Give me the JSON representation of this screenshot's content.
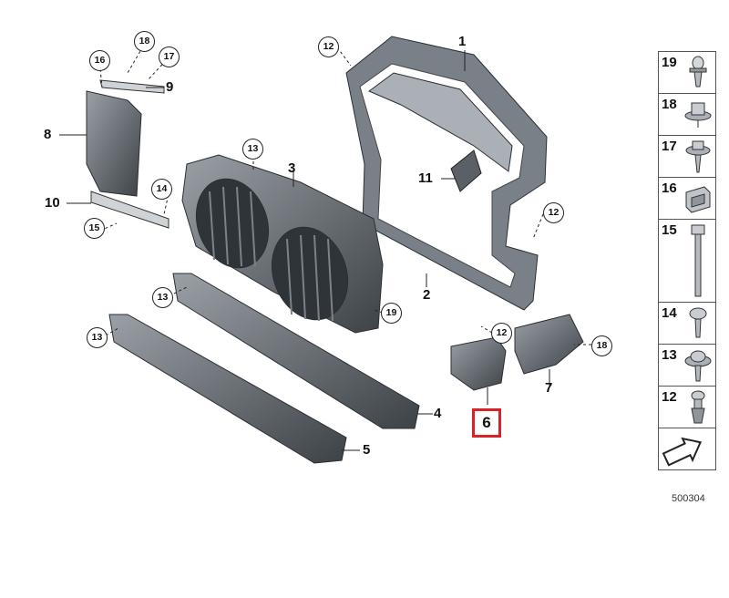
{
  "callouts": {
    "p1": "1",
    "p2": "2",
    "p3": "3",
    "p4": "4",
    "p5": "5",
    "p6": "6",
    "p7": "7",
    "p8": "8",
    "p9": "9",
    "p10": "10",
    "p11": "11"
  },
  "circles": {
    "c18a": "18",
    "c16a": "16",
    "c17a": "17",
    "c12a": "12",
    "c13a": "13",
    "c14a": "14",
    "c15a": "15",
    "c12b": "12",
    "c13b": "13",
    "c19a": "19",
    "c13c": "13",
    "c12c": "12",
    "c18b": "18"
  },
  "highlight_color": "#d7222a",
  "legend": [
    {
      "number": "19",
      "icon": "push-rivet-icon"
    },
    {
      "number": "18",
      "icon": "collar-nut-icon"
    },
    {
      "number": "17",
      "icon": "flange-screw-icon"
    },
    {
      "number": "16",
      "icon": "clip-nut-icon"
    },
    {
      "number": "15",
      "icon": "long-bolt-icon"
    },
    {
      "number": "14",
      "icon": "hex-screw-icon"
    },
    {
      "number": "13",
      "icon": "washer-screw-icon"
    },
    {
      "number": "12",
      "icon": "expanding-rivet-icon"
    }
  ],
  "doc_number": "500304"
}
